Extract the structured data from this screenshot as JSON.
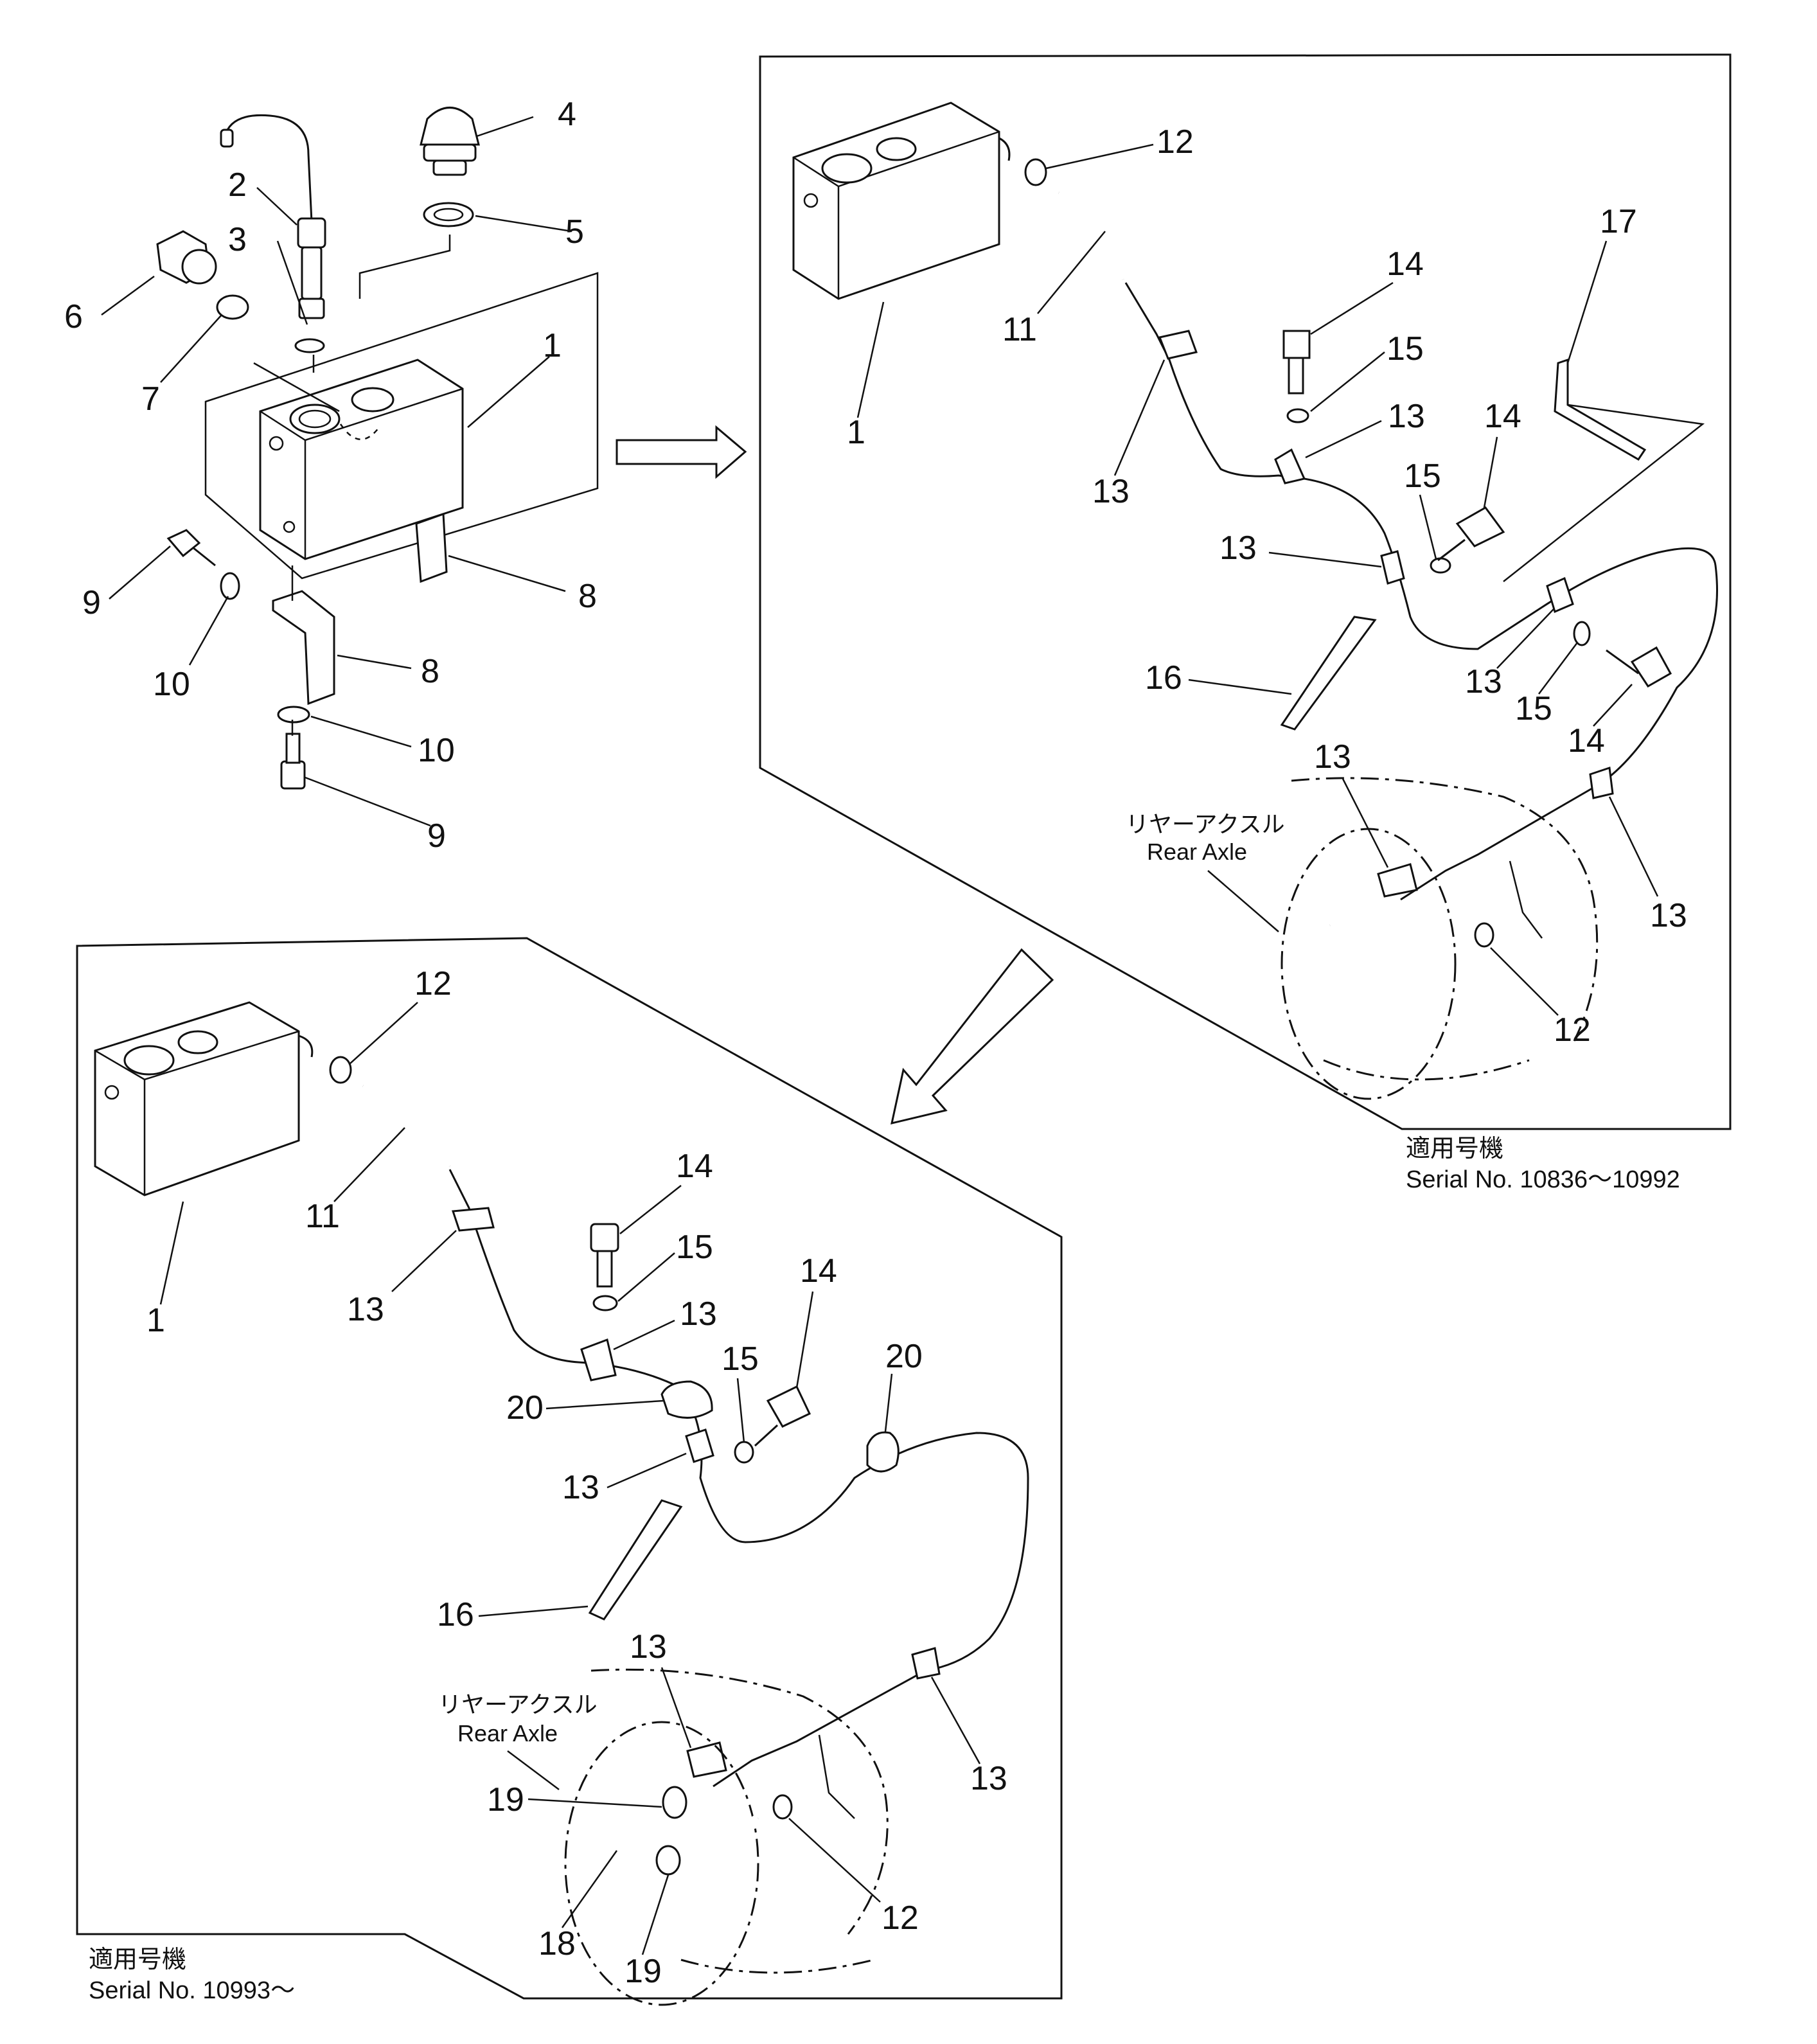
{
  "labels": {
    "p1": "1",
    "p2": "2",
    "p3": "3",
    "p4": "4",
    "p5": "5",
    "p6": "6",
    "p7": "7",
    "p8": "8",
    "p9": "9",
    "p10": "10",
    "p11": "11",
    "p12": "12",
    "p13": "13",
    "p14": "14",
    "p15": "15",
    "p16": "16",
    "p17": "17",
    "p18": "18",
    "p19": "19",
    "p20": "20"
  },
  "rear_axle": {
    "jp": "リヤーアクスル",
    "en": "Rear Axle"
  },
  "applicable_jp": "適用号機",
  "variants": [
    {
      "serial": "Serial No. 10836～10992"
    },
    {
      "serial": "Serial No. 10993～"
    }
  ]
}
